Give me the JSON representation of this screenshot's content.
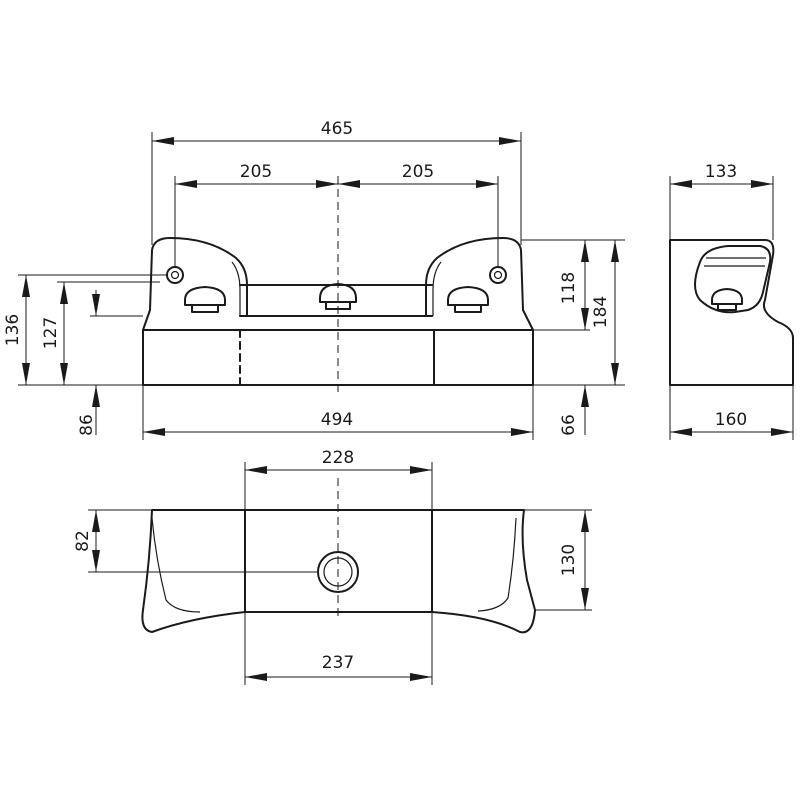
{
  "dimensions": {
    "front_overall_width": "465",
    "front_left_offset": "205",
    "front_right_offset": "205",
    "front_height_136": "136",
    "front_height_127": "127",
    "front_height_86": "86",
    "front_base_width": "494",
    "front_height_118": "118",
    "front_height_184": "184",
    "front_height_66": "66",
    "side_top_depth": "133",
    "side_bottom_depth": "160",
    "top_upper_width": "228",
    "top_lower_width": "237",
    "top_knob_offset": "82",
    "top_depth": "130"
  }
}
